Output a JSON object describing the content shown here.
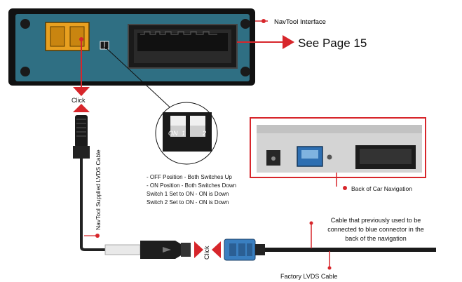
{
  "labels": {
    "navtool_interface": "NavTool Interface",
    "see_page": "See Page 15",
    "click_top": "Click",
    "click_bottom": "Click",
    "switch_on": "ON",
    "switch_1": "1",
    "switch_2": "2",
    "instructions": [
      "- OFF Position - Both Switches Up",
      "- ON Position - Both Switches Down",
      "Switch 1 Set to ON - ON is Down",
      "Switch 2 Set to ON - ON is Down"
    ],
    "back_of_car_nav": "Back of Car Navigation",
    "navtool_cable": "NavTool Supplied LVDS Cable",
    "cable_note": [
      "Cable that previously used to be",
      "connected to blue connector in the",
      "back of the navigation"
    ],
    "factory_cable": "Factory LVDS Cable"
  },
  "colors": {
    "accent_red": "#d7262b",
    "module_teal": "#2f6f83",
    "connector_orange": "#e8a020",
    "connector_blue": "#3a7fc0"
  }
}
